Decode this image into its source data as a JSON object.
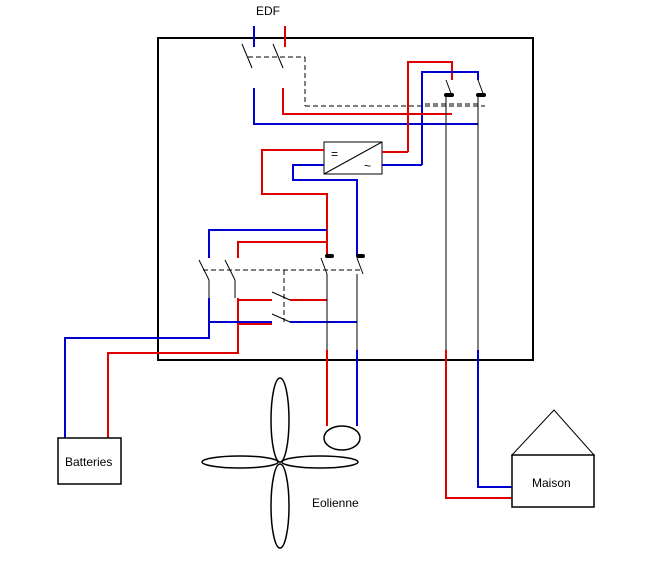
{
  "labels": {
    "grid": "EDF",
    "batteries": "Batteries",
    "house": "Maison",
    "turbine": "Eolienne"
  },
  "inverter": {
    "dc_symbol": "=",
    "ac_symbol": "~"
  },
  "colors": {
    "positive": "#e00000",
    "negative": "#0000d0",
    "neutral_wire": "#000000",
    "frame": "#000000",
    "background": "#ffffff"
  }
}
